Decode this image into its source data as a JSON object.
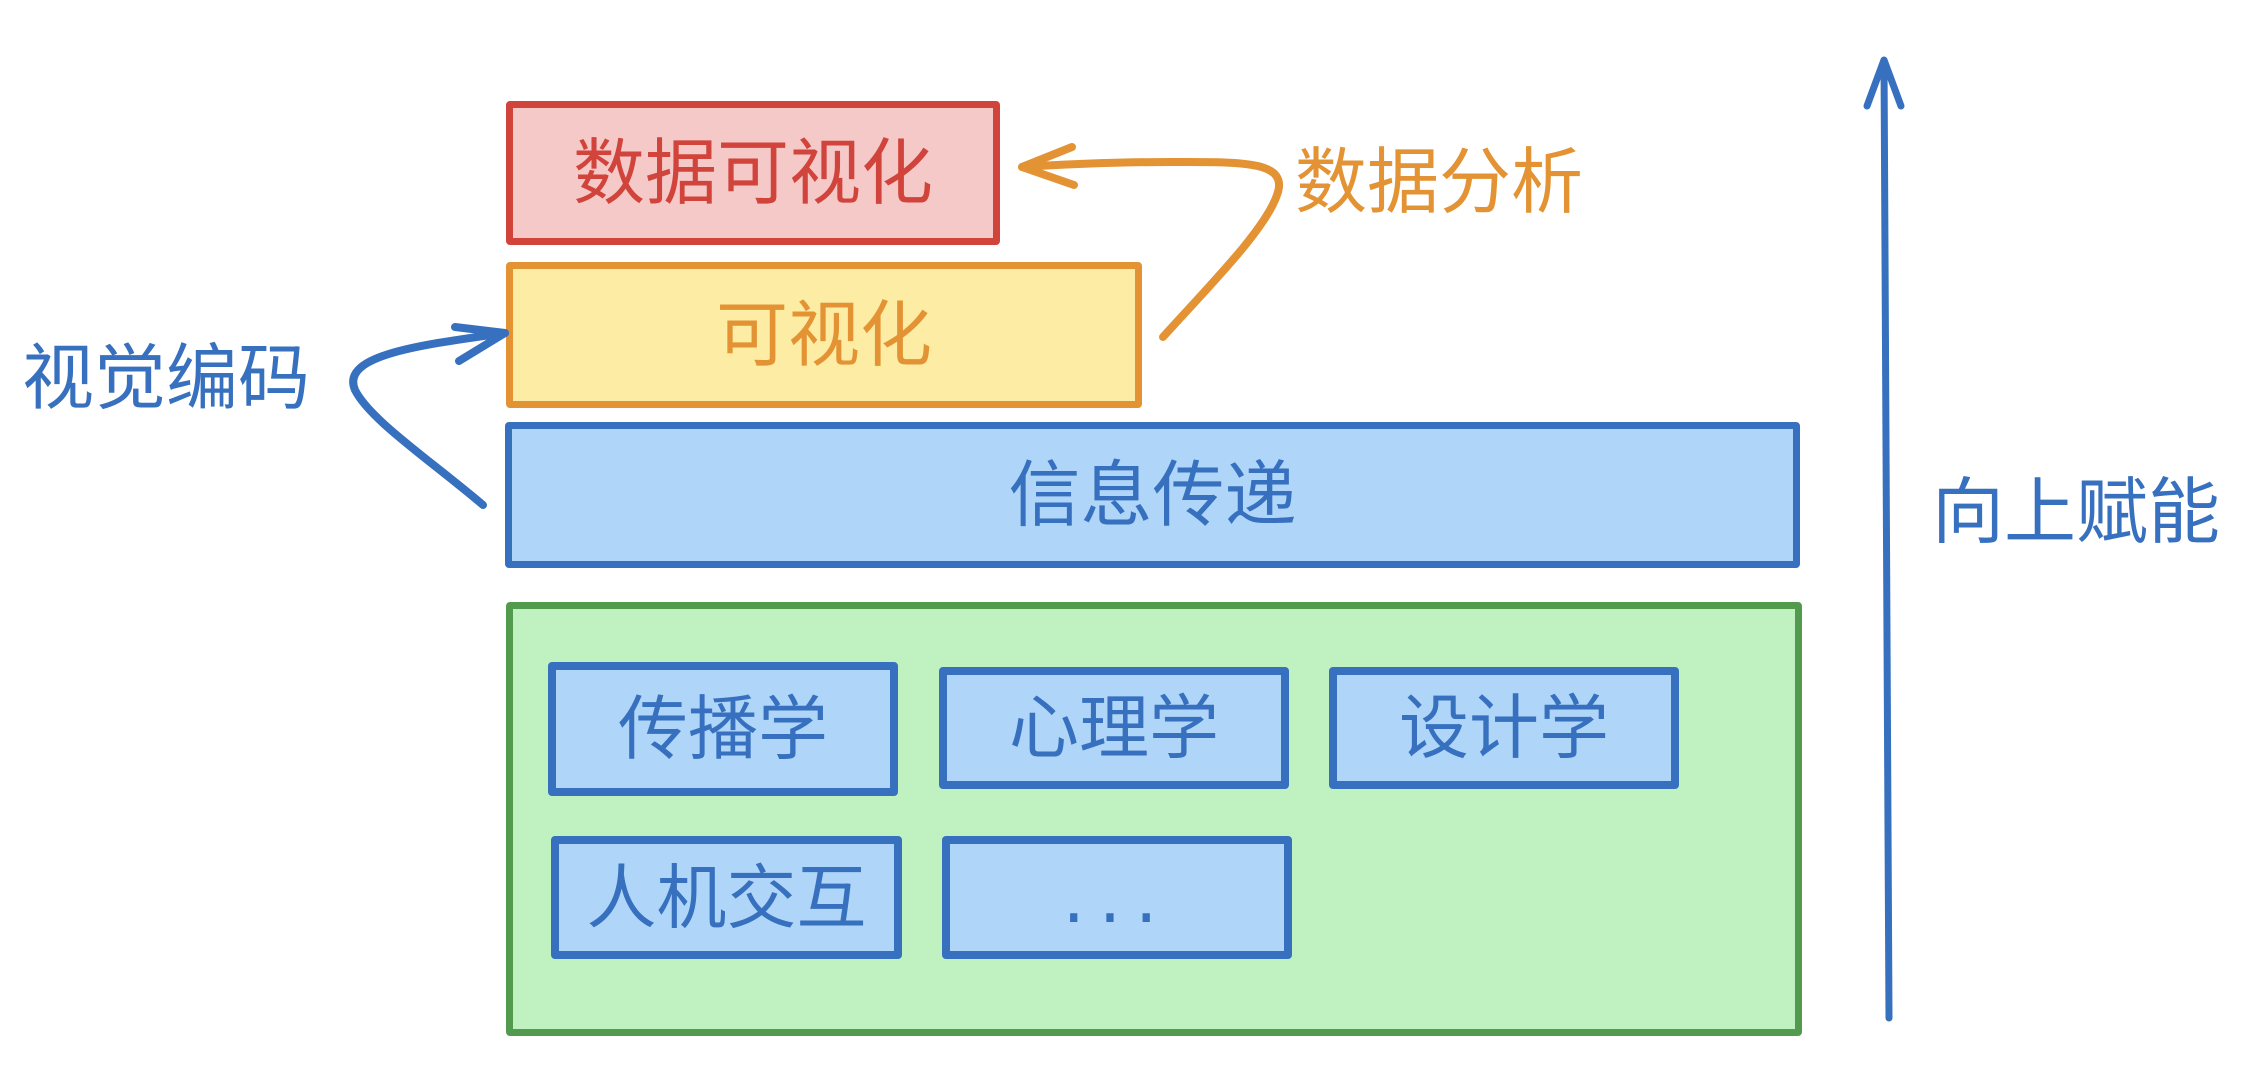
{
  "diagram": {
    "layers": {
      "data_visualization": "数据可视化",
      "visualization": "可视化",
      "information_transfer": "信息传递",
      "foundations": [
        "传播学",
        "心理学",
        "设计学",
        "人机交互",
        "..."
      ]
    },
    "annotations": {
      "visual_encoding": "视觉编码",
      "data_analysis": "数据分析",
      "empower_upward": "向上赋能"
    },
    "colors": {
      "red": "#d0443c",
      "red_fill": "#f6c9c9",
      "orange": "#e39334",
      "yellow_fill": "#fdeca3",
      "blue": "#3670be",
      "blue_fill": "#afd5f8",
      "green": "#529b4e",
      "green_fill": "#c0f1c1"
    }
  }
}
